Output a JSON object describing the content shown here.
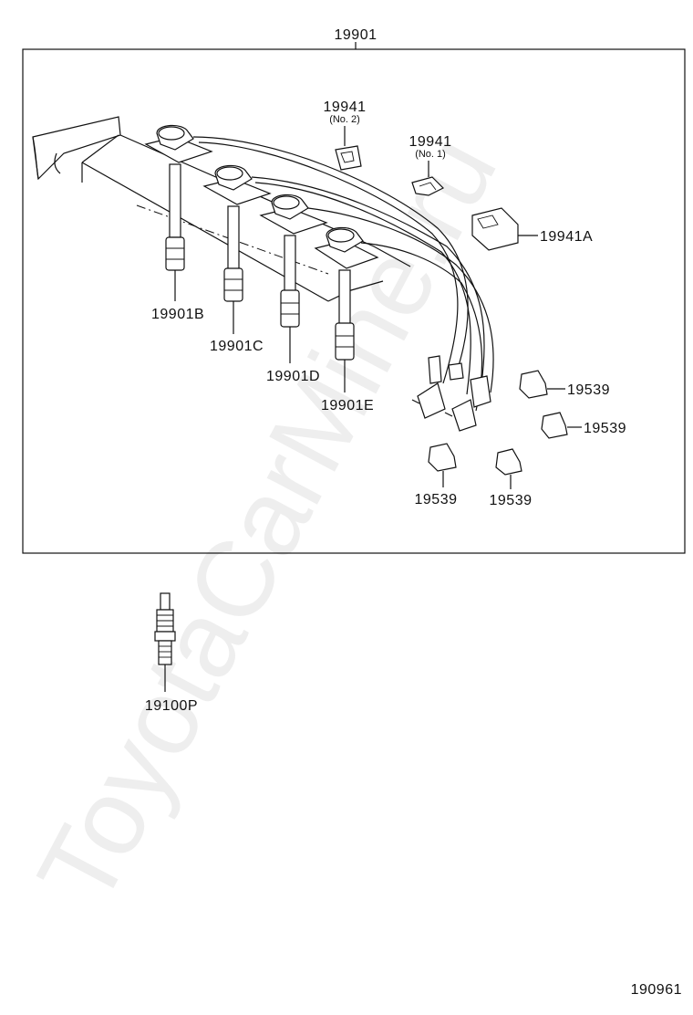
{
  "watermark": "ToyotaCarMine.ru",
  "diagram_code": "190961",
  "labels": {
    "assembly": "19901",
    "clamp_no2": {
      "part": "19941",
      "note": "(No. 2)"
    },
    "clamp_no1": {
      "part": "19941",
      "note": "(No. 1)"
    },
    "clamp_a": "19941A",
    "cord_b": "19901B",
    "cord_c": "19901C",
    "cord_d": "19901D",
    "cord_e": "19901E",
    "holder_1": "19539",
    "holder_2": "19539",
    "holder_3": "19539",
    "holder_4": "19539",
    "spark_plug": "19100P"
  }
}
